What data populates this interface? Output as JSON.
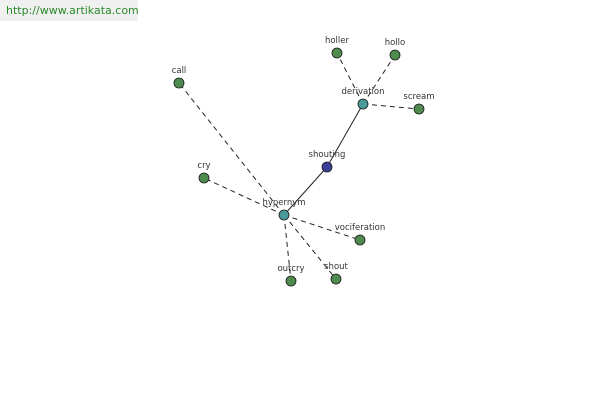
{
  "watermark": {
    "url": "http://www.artikata.com"
  },
  "colors": {
    "leaf": "#4f8a4f",
    "hub": "#4a9a9a",
    "center": "#3a3f9a"
  },
  "graph": {
    "nodes": [
      {
        "id": "shouting",
        "label": "shouting",
        "kind": "center"
      },
      {
        "id": "hypernym",
        "label": "hypernym",
        "kind": "hub"
      },
      {
        "id": "derivation",
        "label": "derivation",
        "kind": "hub"
      },
      {
        "id": "call",
        "label": "call",
        "kind": "leaf"
      },
      {
        "id": "cry",
        "label": "cry",
        "kind": "leaf"
      },
      {
        "id": "outcry",
        "label": "outcry",
        "kind": "leaf"
      },
      {
        "id": "shout",
        "label": "shout",
        "kind": "leaf"
      },
      {
        "id": "vociferation",
        "label": "vociferation",
        "kind": "leaf"
      },
      {
        "id": "holler",
        "label": "holler",
        "kind": "leaf"
      },
      {
        "id": "hollo",
        "label": "hollo",
        "kind": "leaf"
      },
      {
        "id": "scream",
        "label": "scream",
        "kind": "leaf"
      }
    ],
    "edges": [
      {
        "from": "shouting",
        "to": "hypernym",
        "style": "solid"
      },
      {
        "from": "shouting",
        "to": "derivation",
        "style": "solid"
      },
      {
        "from": "hypernym",
        "to": "call",
        "style": "dashed"
      },
      {
        "from": "hypernym",
        "to": "cry",
        "style": "dashed"
      },
      {
        "from": "hypernym",
        "to": "outcry",
        "style": "dashed"
      },
      {
        "from": "hypernym",
        "to": "shout",
        "style": "dashed"
      },
      {
        "from": "hypernym",
        "to": "vociferation",
        "style": "dashed"
      },
      {
        "from": "derivation",
        "to": "holler",
        "style": "dashed"
      },
      {
        "from": "derivation",
        "to": "hollo",
        "style": "dashed"
      },
      {
        "from": "derivation",
        "to": "scream",
        "style": "dashed"
      }
    ]
  }
}
